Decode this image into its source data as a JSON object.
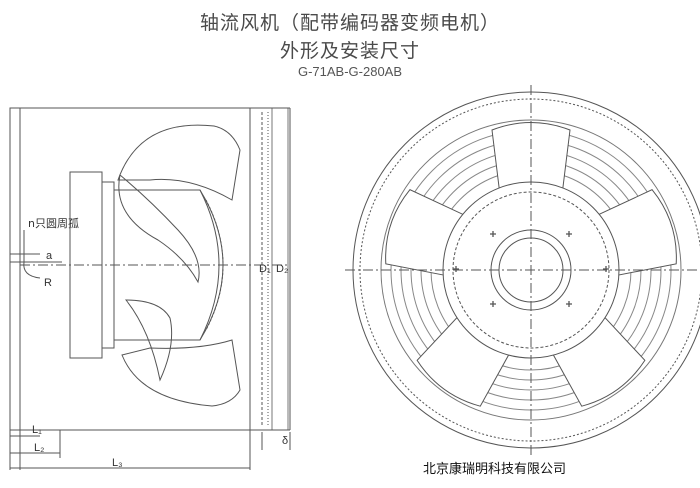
{
  "title": {
    "line1": "轴流风机（配带编码器变频电机）",
    "line2": "外形及安装尺寸",
    "model_range": "G-71AB-G-280AB"
  },
  "side_view_labels": {
    "holes": "n只圆周孤",
    "a": "a",
    "R": "R",
    "D1": "D₁",
    "D2": "D₂",
    "L1": "L₁",
    "L2": "L₂",
    "L3": "L₃",
    "delta": "δ"
  },
  "company": "北京康瑞明科技有限公司"
}
